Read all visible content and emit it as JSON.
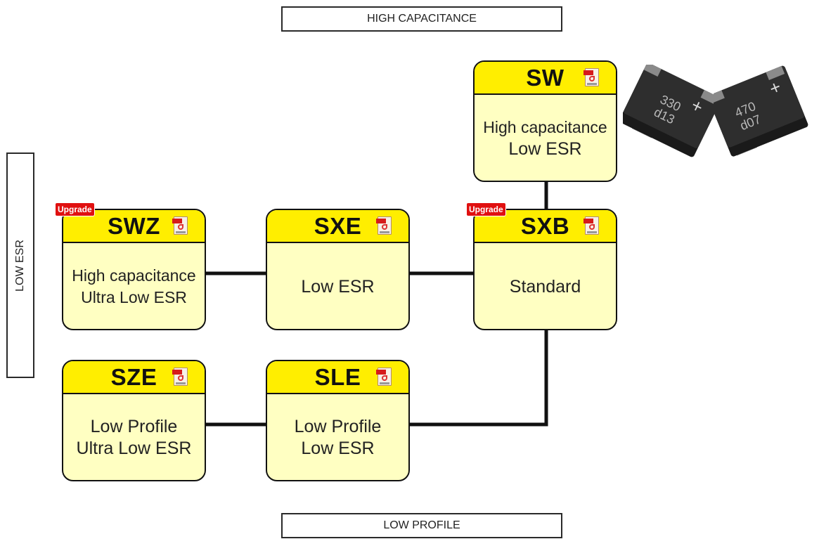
{
  "axis_labels": {
    "top": "HIGH CAPACITANCE",
    "left": "LOW ESR",
    "bottom": "LOW PROFILE"
  },
  "upgrade_badge": "Upgrade",
  "cards": {
    "sw": {
      "title": "SW",
      "line1": "High capacitance",
      "line2": "Low ESR"
    },
    "swz": {
      "title": "SWZ",
      "line1": "High capacitance",
      "line2": "Ultra Low ESR",
      "upgrade": true
    },
    "sxe": {
      "title": "SXE",
      "line1": "Low ESR",
      "line2": ""
    },
    "sxb": {
      "title": "SXB",
      "line1": "Standard",
      "line2": "",
      "upgrade": true
    },
    "sze": {
      "title": "SZE",
      "line1": "Low Profile",
      "line2": "Ultra Low ESR"
    },
    "sle": {
      "title": "SLE",
      "line1": "Low Profile",
      "line2": "Low ESR"
    }
  },
  "capacitors": [
    {
      "marking_top": "330",
      "marking_bottom": "d13"
    },
    {
      "marking_top": "470",
      "marking_bottom": "d07"
    }
  ],
  "colors": {
    "card_header": "#ffee00",
    "card_body": "#ffffc2",
    "upgrade_badge": "#e01010",
    "connector": "#111111"
  }
}
